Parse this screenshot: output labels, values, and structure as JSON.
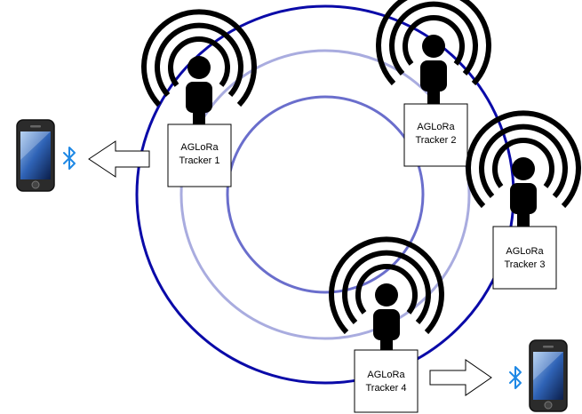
{
  "trackers": [
    {
      "line1": "AGLoRa",
      "line2": "Tracker 1"
    },
    {
      "line1": "AGLoRa",
      "line2": "Tracker 2"
    },
    {
      "line1": "AGLoRa",
      "line2": "Tracker 3"
    },
    {
      "line1": "AGLoRa",
      "line2": "Tracker 4"
    }
  ],
  "colors": {
    "outer_ring": "#0a0aa8",
    "middle_ring": "#a9acdf",
    "inner_ring": "#6a6ecc",
    "bluetooth": "#1e88e5",
    "signal": "#000000"
  },
  "icons": [
    "smartphone-icon",
    "bluetooth-icon",
    "arrow-left-icon",
    "arrow-right-icon",
    "person-icon",
    "signal-waves-icon"
  ]
}
